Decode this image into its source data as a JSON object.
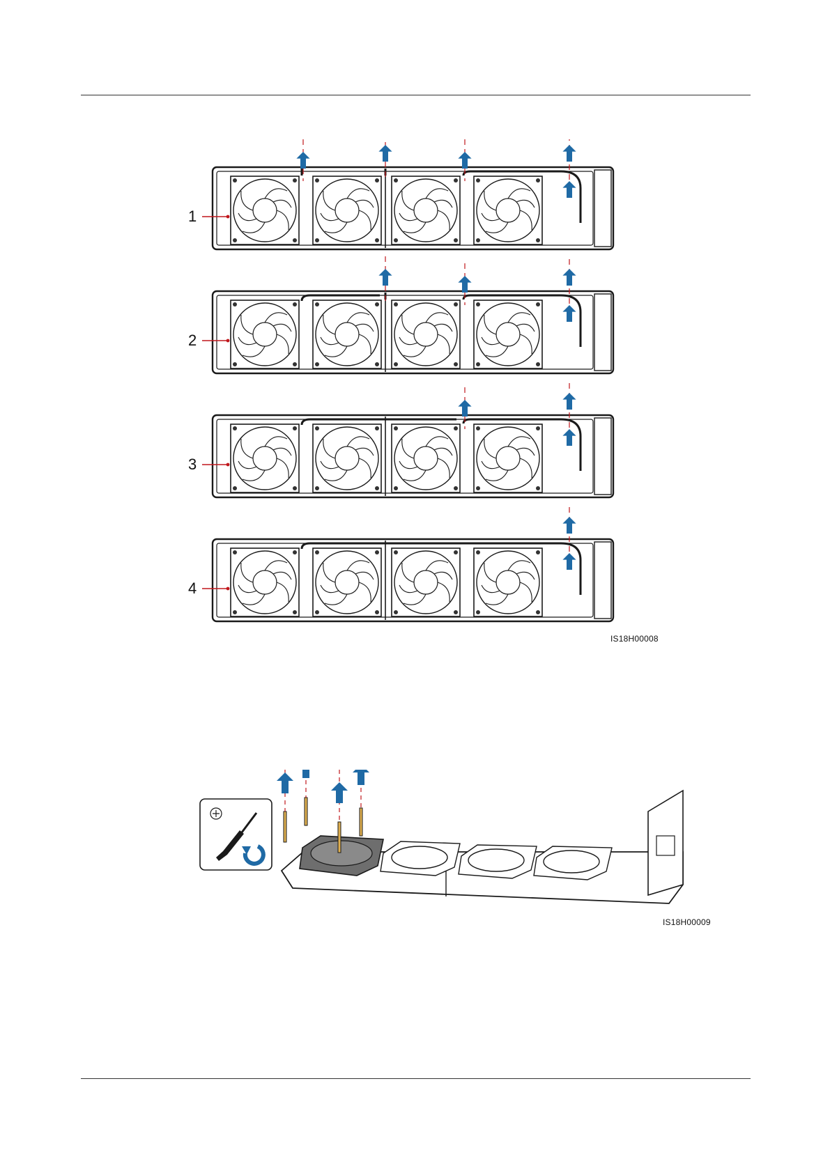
{
  "figure1": {
    "id_label": "IS18H00008",
    "callouts": [
      "1",
      "2",
      "3",
      "4"
    ]
  },
  "figure2": {
    "id_label": "IS18H00009"
  },
  "colors": {
    "arrow": "#1f6aa5",
    "callout_line": "#c0171c",
    "outline": "#1a1a1a"
  }
}
